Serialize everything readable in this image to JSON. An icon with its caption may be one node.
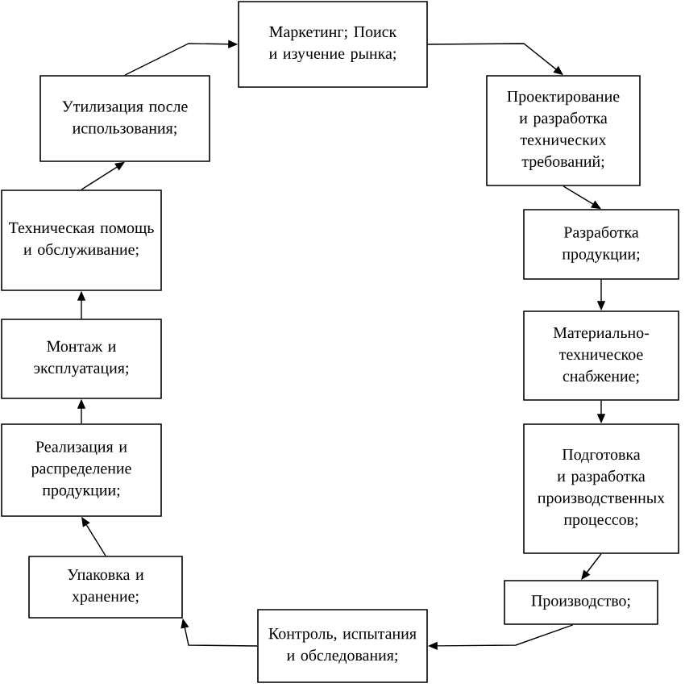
{
  "diagram": {
    "nodes": [
      {
        "text": [
          "Маркетинг; Поиск и изучение рынка;"
        ]
      },
      {
        "text": [
          "Проектирование и разработка технических требований;"
        ]
      },
      {
        "text": [
          "Разработка продукции;"
        ]
      },
      {
        "text": [
          "Материально-техническое снабжение;"
        ]
      },
      {
        "text": [
          "Подготовка и разработка производственных процессов;"
        ]
      },
      {
        "text": [
          "Производство;"
        ]
      },
      {
        "text": [
          "Контроль, испытания и обследования;"
        ]
      },
      {
        "text": [
          "Упаковка и хранение;"
        ]
      },
      {
        "text": [
          "Реализация и распределение продукции;"
        ]
      },
      {
        "text": [
          "Монтаж и эксплуатация;"
        ]
      },
      {
        "text": [
          "Техническая помощь и обслуживание;"
        ]
      },
      {
        "text": [
          "Утилизация после использования;"
        ]
      }
    ],
    "edges": [
      {
        "from": 0,
        "to": 1,
        "arrow": "to"
      },
      {
        "from": 1,
        "to": 2,
        "arrow": "to"
      },
      {
        "from": 2,
        "to": 3,
        "arrow": "to"
      },
      {
        "from": 3,
        "to": 4,
        "arrow": "to"
      },
      {
        "from": 4,
        "to": 5,
        "arrow": "to"
      },
      {
        "from": 5,
        "to": 6,
        "arrow": "to"
      },
      {
        "from": 6,
        "to": 7,
        "arrow": "to"
      },
      {
        "from": 7,
        "to": 8,
        "arrow": "to"
      },
      {
        "from": 8,
        "to": 9,
        "arrow": "to"
      },
      {
        "from": 9,
        "to": 10,
        "arrow": "to"
      },
      {
        "from": 10,
        "to": 11,
        "arrow": "to"
      },
      {
        "from": 11,
        "to": 0,
        "arrow": "to"
      }
    ]
  }
}
